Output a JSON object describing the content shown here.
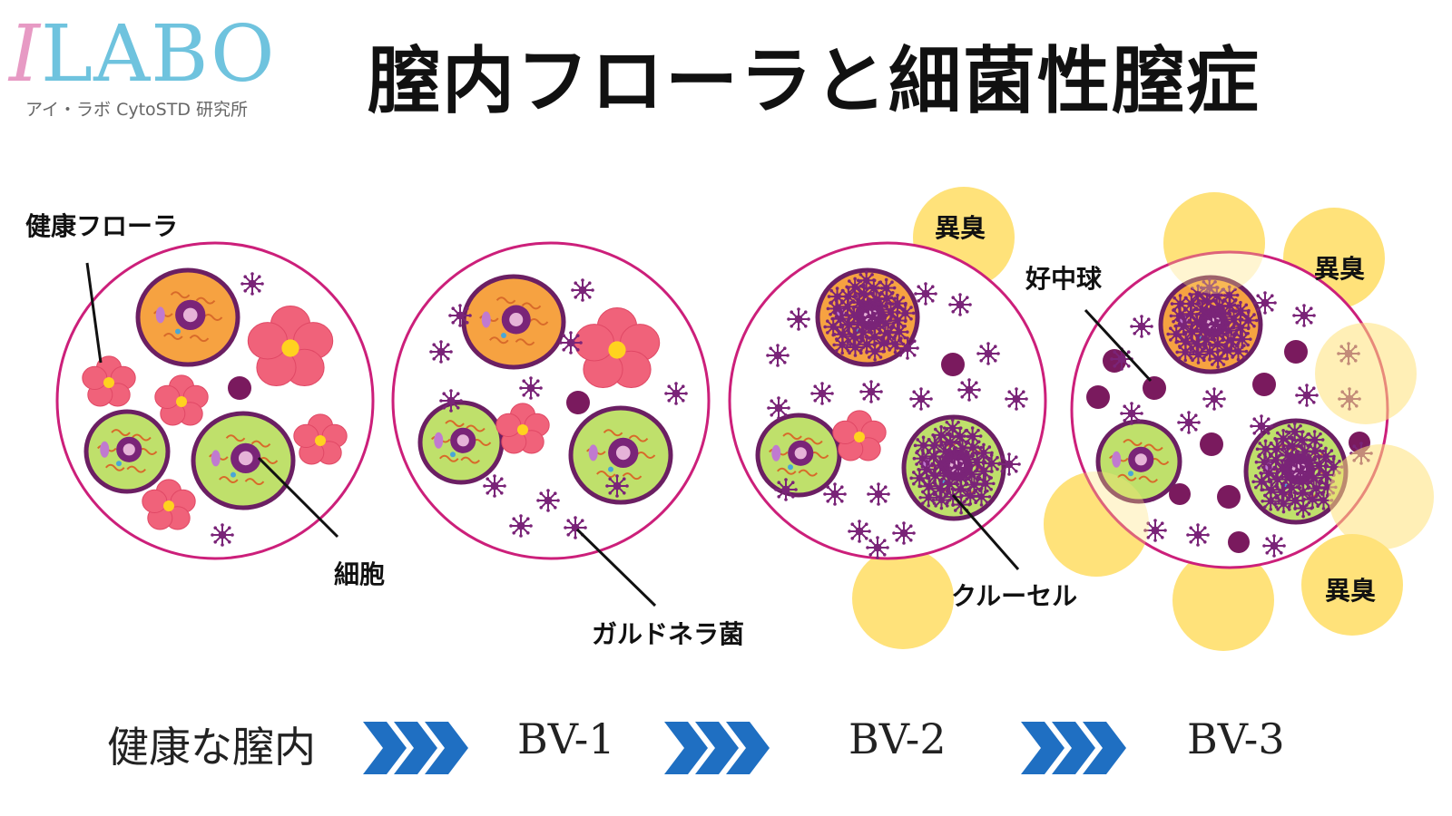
{
  "logo": {
    "letter_i": "I",
    "rest": "LABO",
    "subtitle": "アイ・ラボ CytoSTD 研究所"
  },
  "title": "膣内フローラと細菌性膣症",
  "labels": {
    "healthy_flora": "健康フローラ",
    "cell": "細胞",
    "gardnerella": "ガルドネラ菌",
    "neutrophil": "好中球",
    "clue_cell": "クルーセル",
    "odor_1": "異臭",
    "odor_2": "異臭",
    "odor_3": "異臭"
  },
  "stages": [
    "健康な膣内",
    "BV-1",
    "BV-2",
    "BV-3"
  ],
  "colors": {
    "circle_border": "#cc1f7a",
    "cell_orange": "#f6a241",
    "cell_green": "#bfe06b",
    "cell_edge": "#6b1f63",
    "nucleus": "#7a2478",
    "flower": "#f0627a",
    "flower_center": "#ffd21f",
    "bacteria": "#7a2478",
    "neutrophil": "#7a1a5e",
    "odor": "#ffe27a",
    "arrow": "#1f6fc2"
  }
}
